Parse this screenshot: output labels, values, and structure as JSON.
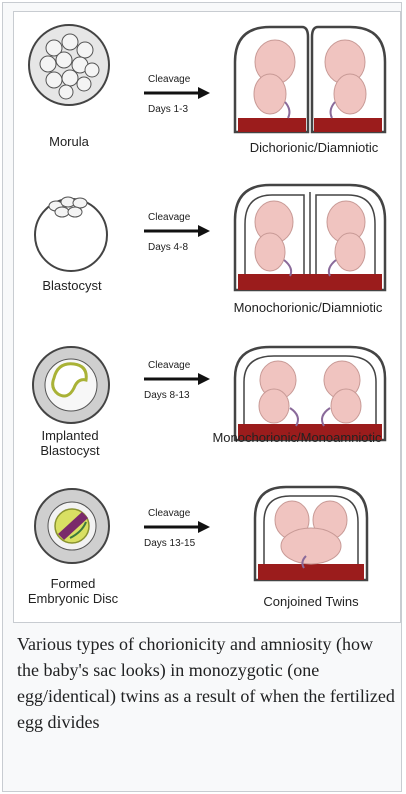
{
  "rows": [
    {
      "stage": "Morula",
      "stage_line2": "",
      "arrow_top": "Cleavage",
      "arrow_bottom": "Days 1-3",
      "result": "Dichorionic/Diamniotic"
    },
    {
      "stage": "Blastocyst",
      "stage_line2": "",
      "arrow_top": "Cleavage",
      "arrow_bottom": "Days 4-8",
      "result": "Monochorionic/Diamniotic"
    },
    {
      "stage": "Implanted",
      "stage_line2": "Blastocyst",
      "arrow_top": "Cleavage",
      "arrow_bottom": "Days 8-13",
      "result": "Monochorionic/Monoamniotic"
    },
    {
      "stage": "Formed",
      "stage_line2": "Embryonic Disc",
      "arrow_top": "Cleavage",
      "arrow_bottom": "Days 13-15",
      "result": "Conjoined Twins"
    }
  ],
  "caption": "Various types of chorionicity and amniosity (how the baby's sac looks) in monozygotic (one egg/identical) twins as a result of when the fertilized egg divides",
  "colors": {
    "blood": "#9b1c1c",
    "fetus": "#f0c4c0",
    "membrane": "#444444",
    "disc": "#7a2a6a",
    "yolk": "#d9e063",
    "tissue": "#cfcfcf"
  }
}
